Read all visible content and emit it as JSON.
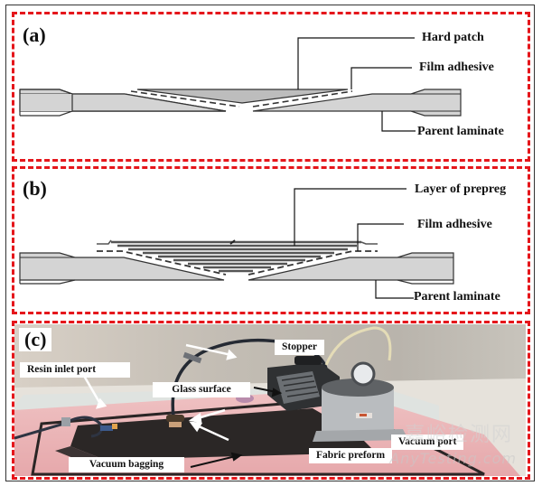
{
  "figure": {
    "panels": [
      {
        "id": "a",
        "label": "(a)",
        "title": "Hard patch repair schematic",
        "callouts": [
          "Hard patch",
          "Film adhesive",
          "Parent laminate"
        ]
      },
      {
        "id": "b",
        "label": "(b)",
        "title": "Soft patch (prepreg layers) repair schematic",
        "callouts": [
          "Layer of prepreg",
          "Film adhesive",
          "Parent laminate"
        ]
      },
      {
        "id": "c",
        "label": "(c)",
        "title": "Vacuum infusion setup photo",
        "callouts": [
          "Resin inlet port",
          "Glass surface",
          "Stopper",
          "Vacuum port",
          "Fabric preform",
          "Vacuum bagging"
        ]
      }
    ],
    "colors": {
      "dash_border": "#e5161b",
      "laminate_fill": "#d4d4d4",
      "patch_fill": "#bdbdbd",
      "outline": "#333333",
      "prepreg_line": "#555555",
      "bag_pink": "#eab3b5",
      "preform": "#2b2726"
    },
    "watermark": {
      "cn": "嘉峪检测网",
      "en": "AnyTesting.com"
    }
  }
}
